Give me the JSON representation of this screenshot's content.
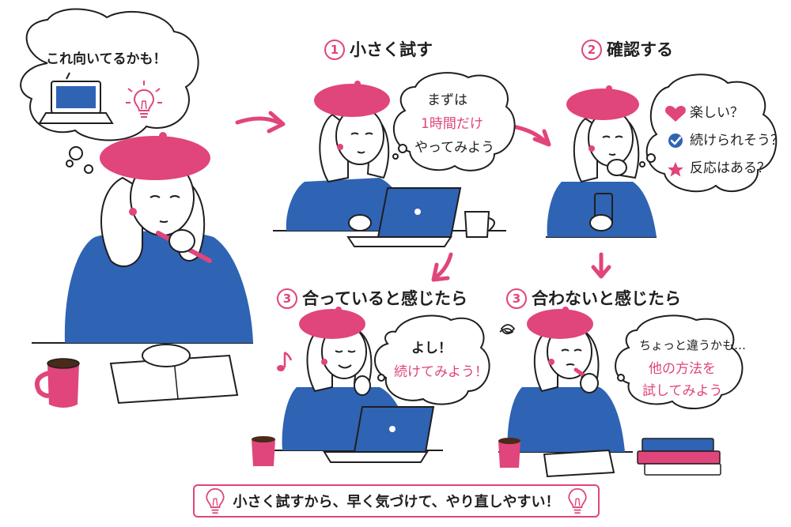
{
  "thought_main": "これ向いてるかも！",
  "steps": [
    {
      "num": "1",
      "title": "小さく試す",
      "bubble": [
        "まずは",
        "1時間だけ",
        "やってみよう"
      ]
    },
    {
      "num": "2",
      "title": "確認する",
      "checks": [
        "楽しい？",
        "続けられそう？",
        "反応はある？"
      ]
    },
    {
      "num": "3",
      "title": "合っていると感じたら",
      "bubble": [
        "よし！",
        "続けてみよう！"
      ]
    },
    {
      "num": "3",
      "title": "合わないと感じたら",
      "bubble": [
        "ちょっと違うかも…",
        "他の方法を",
        "試してみよう"
      ]
    }
  ],
  "footer": "小さく試すから、早く気づけて、やり直しやすい！",
  "icons": {
    "heart": "heart-icon",
    "check": "check-circle-icon",
    "star": "star-icon",
    "bulb": "lightbulb-icon",
    "note": "music-note-icon",
    "arrow": "arrow-icon"
  },
  "colors": {
    "pink": "#e0457b",
    "blue": "#2f63b4",
    "ink": "#1f1f1f"
  }
}
